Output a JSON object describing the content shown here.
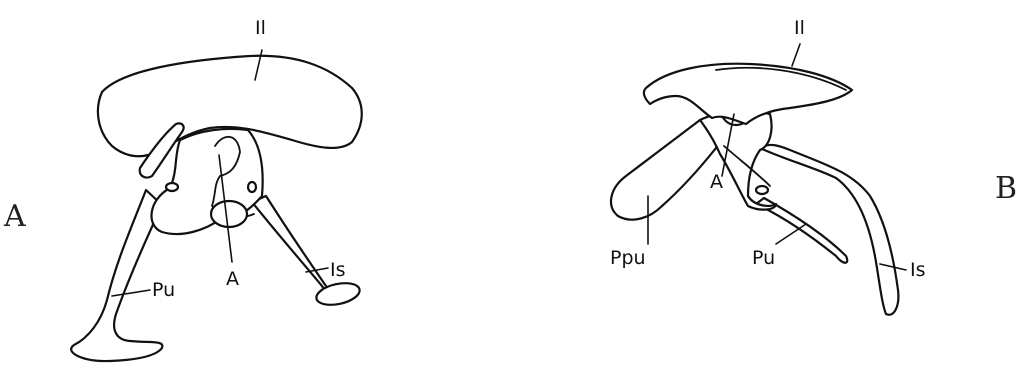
{
  "panels": {
    "a": {
      "letter": "A",
      "labels": {
        "ilium": "Il",
        "acetabulum": "A",
        "pubis": "Pu",
        "ischium": "Is"
      }
    },
    "b": {
      "letter": "B",
      "labels": {
        "ilium": "Il",
        "acetabulum": "A",
        "prepubis": "Ppu",
        "pubis": "Pu",
        "ischium": "Is"
      }
    }
  }
}
